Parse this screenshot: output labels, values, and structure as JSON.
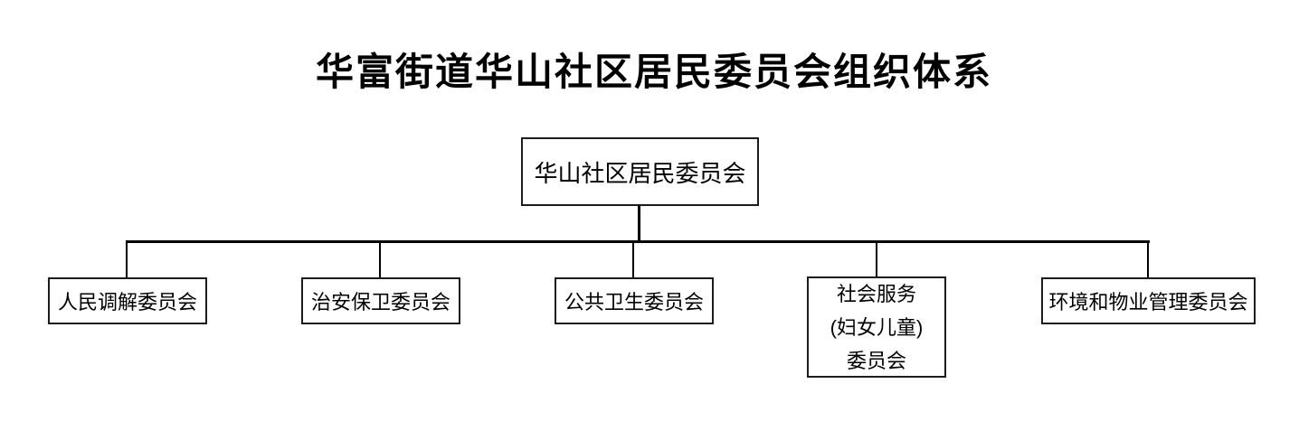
{
  "title": "华富街道华山社区居民委员会组织体系",
  "chart_data": {
    "type": "org-chart",
    "root": {
      "label": "华山社区居民委员会"
    },
    "children": [
      {
        "label": "人民调解委员会"
      },
      {
        "label": "治安保卫委员会"
      },
      {
        "label": "公共卫生委员会"
      },
      {
        "label": "社会服务\n(妇女儿童)\n委员会"
      },
      {
        "label": "环境和物业管理委员会"
      }
    ]
  },
  "colors": {
    "background": "#ffffff",
    "text": "#000000",
    "box_border": "#1c1c1c",
    "connector_line": "#000000"
  }
}
